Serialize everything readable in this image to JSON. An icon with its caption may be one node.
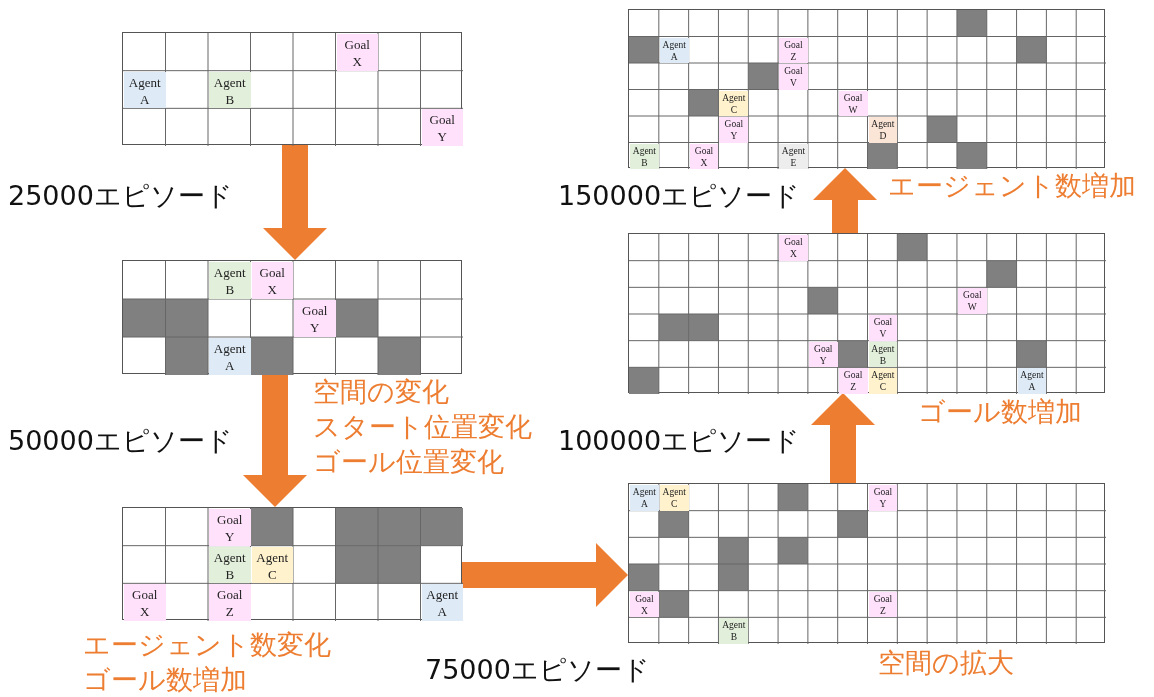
{
  "diagram": {
    "nodes": [
      {
        "text": [],
        "shape": "grid"
      },
      {
        "text": [
          "Goal X"
        ],
        "in": 0
      },
      {
        "text": [
          "Agent A"
        ],
        "in": 0
      },
      {
        "text": [
          "Agent B"
        ],
        "in": 0
      },
      {
        "text": [
          "Goal Y"
        ],
        "in": 0
      },
      {
        "text": [],
        "shape": "grid"
      },
      {
        "text": [
          "Agent B"
        ],
        "in": 5
      },
      {
        "text": [
          "Goal X"
        ],
        "in": 5
      },
      {
        "text": [
          "Goal Y"
        ],
        "in": 5
      },
      {
        "text": [
          "Agent A"
        ],
        "in": 5
      },
      {
        "text": [],
        "shape": "grid"
      },
      {
        "text": [
          "Goal Y"
        ],
        "in": 10
      },
      {
        "text": [
          "Agent B"
        ],
        "in": 10
      },
      {
        "text": [
          "Agent C"
        ],
        "in": 10
      },
      {
        "text": [
          "Goal X"
        ],
        "in": 10
      },
      {
        "text": [
          "Goal Z"
        ],
        "in": 10
      },
      {
        "text": [
          "Agent A"
        ],
        "in": 10
      },
      {
        "text": [],
        "shape": "grid"
      },
      {
        "text": [
          "Agent A"
        ],
        "in": 17
      },
      {
        "text": [
          "Agent C"
        ],
        "in": 17
      },
      {
        "text": [
          "Goal Y"
        ],
        "in": 17
      },
      {
        "text": [
          "Goal X"
        ],
        "in": 17
      },
      {
        "text": [
          "Goal Z"
        ],
        "in": 17
      },
      {
        "text": [
          "Agent B"
        ],
        "in": 17
      },
      {
        "text": [],
        "shape": "grid"
      },
      {
        "text": [
          "Goal X"
        ],
        "in": 24
      },
      {
        "text": [
          "Goal W"
        ],
        "in": 24
      },
      {
        "text": [
          "Goal V"
        ],
        "in": 24
      },
      {
        "text": [
          "Goal Y"
        ],
        "in": 24
      },
      {
        "text": [
          "Agent B"
        ],
        "in": 24
      },
      {
        "text": [
          "Goal Z"
        ],
        "in": 24
      },
      {
        "text": [
          "Agent C"
        ],
        "in": 24
      },
      {
        "text": [
          "Agent A"
        ],
        "in": 24
      },
      {
        "text": [],
        "shape": "grid"
      },
      {
        "text": [
          "Agent A"
        ],
        "in": 33
      },
      {
        "text": [
          "Goal Z"
        ],
        "in": 33
      },
      {
        "text": [
          "Goal V"
        ],
        "in": 33
      },
      {
        "text": [
          "Agent C"
        ],
        "in": 33
      },
      {
        "text": [
          "Goal W"
        ],
        "in": 33
      },
      {
        "text": [
          "Goal Y"
        ],
        "in": 33
      },
      {
        "text": [
          "Agent D"
        ],
        "in": 33
      },
      {
        "text": [
          "Agent B"
        ],
        "in": 33
      },
      {
        "text": [
          "Goal X"
        ],
        "in": 33
      },
      {
        "text": [
          "Agent E"
        ],
        "in": 33
      }
    ],
    "edges": [
      {
        "from": 0,
        "to": 5,
        "arrow": "to"
      },
      {
        "from": 5,
        "to": 10,
        "arrow": "to"
      },
      {
        "from": 10,
        "to": 17,
        "arrow": "to"
      },
      {
        "from": 17,
        "to": 24,
        "arrow": "to"
      },
      {
        "from": 24,
        "to": 33,
        "arrow": "to"
      }
    ],
    "labels": [
      "25000エピソード",
      "空間の変化",
      "50000エピソード",
      "スタート位置変化",
      "ゴール位置変化",
      "エージェント数変化",
      "ゴール数増加",
      "75000エピソード",
      "空間の拡大",
      "100000エピソード",
      "ゴール数増加",
      "150000エピソード",
      "エージェント数増加"
    ]
  }
}
